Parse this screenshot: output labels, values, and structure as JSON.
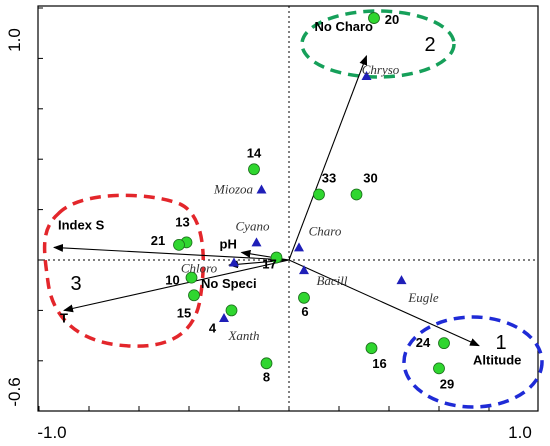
{
  "chart_data": {
    "type": "scatter",
    "xlim": [
      -1.0,
      1.0
    ],
    "ylim": [
      -0.6,
      1.0
    ],
    "x_tick_labels": [
      "-1.0",
      "1.0"
    ],
    "y_tick_labels": [
      "1.0",
      "-0.6"
    ],
    "grid": false,
    "sites": [
      {
        "label": "20",
        "x": 0.34,
        "y": 0.96
      },
      {
        "label": "14",
        "x": -0.14,
        "y": 0.36
      },
      {
        "label": "33",
        "x": 0.12,
        "y": 0.26
      },
      {
        "label": "30",
        "x": 0.27,
        "y": 0.26
      },
      {
        "label": "13",
        "x": -0.41,
        "y": 0.07
      },
      {
        "label": "21",
        "x": -0.44,
        "y": 0.06
      },
      {
        "label": "17",
        "x": -0.05,
        "y": 0.01
      },
      {
        "label": "10",
        "x": -0.39,
        "y": -0.07
      },
      {
        "label": "15",
        "x": -0.38,
        "y": -0.14
      },
      {
        "label": "4",
        "x": -0.23,
        "y": -0.2
      },
      {
        "label": "6",
        "x": 0.06,
        "y": -0.15
      },
      {
        "label": "8",
        "x": -0.09,
        "y": -0.41
      },
      {
        "label": "16",
        "x": 0.33,
        "y": -0.35
      },
      {
        "label": "24",
        "x": 0.62,
        "y": -0.33
      },
      {
        "label": "29",
        "x": 0.6,
        "y": -0.43
      }
    ],
    "species": [
      {
        "label": "Chryso",
        "x": 0.31,
        "y": 0.73
      },
      {
        "label": "Miozoa",
        "x": -0.11,
        "y": 0.28
      },
      {
        "label": "Cyano",
        "x": -0.13,
        "y": 0.07
      },
      {
        "label": "Charo",
        "x": 0.04,
        "y": 0.05
      },
      {
        "label": "Chloro",
        "x": -0.22,
        "y": -0.01
      },
      {
        "label": "Bacill",
        "x": 0.06,
        "y": -0.04
      },
      {
        "label": "Eugle",
        "x": 0.45,
        "y": -0.08
      },
      {
        "label": "Xanth",
        "x": -0.26,
        "y": -0.23
      }
    ],
    "env_vectors": [
      {
        "label": "No Charo",
        "x": 0.31,
        "y": 0.81
      },
      {
        "label": "Index S",
        "x": -0.94,
        "y": 0.05
      },
      {
        "label": "pH",
        "x": -0.19,
        "y": 0.03
      },
      {
        "label": "No Speci",
        "x": -0.24,
        "y": -0.02
      },
      {
        "label": "T",
        "x": -0.9,
        "y": -0.2
      },
      {
        "label": "Altitude",
        "x": 0.76,
        "y": -0.34
      }
    ],
    "groups": [
      {
        "label": "1",
        "color": "#1f2bd6"
      },
      {
        "label": "2",
        "color": "#16a05a"
      },
      {
        "label": "3",
        "color": "#e3262b"
      }
    ]
  },
  "colors": {
    "site_fill": "#2fd62f",
    "species_fill": "#1f1fb8"
  }
}
